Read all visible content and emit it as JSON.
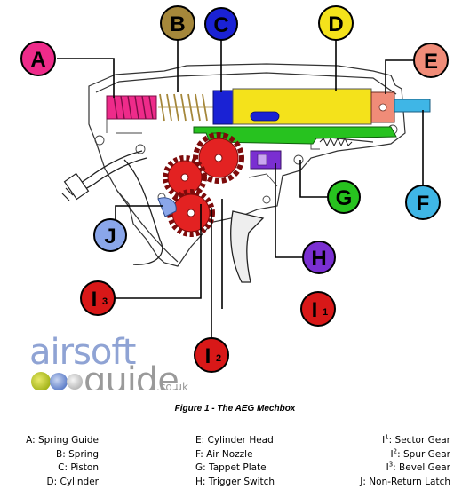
{
  "callouts": [
    {
      "id": "A",
      "letter": "A",
      "sub": "",
      "fill": "#ee2b8a"
    },
    {
      "id": "B",
      "letter": "B",
      "sub": "",
      "fill": "#a5873a"
    },
    {
      "id": "C",
      "letter": "C",
      "sub": "",
      "fill": "#1a22d4"
    },
    {
      "id": "D",
      "letter": "D",
      "sub": "",
      "fill": "#f4e21b"
    },
    {
      "id": "E",
      "letter": "E",
      "sub": "",
      "fill": "#f08c78"
    },
    {
      "id": "F",
      "letter": "F",
      "sub": "",
      "fill": "#3fb6e6"
    },
    {
      "id": "G",
      "letter": "G",
      "sub": "",
      "fill": "#27c21f"
    },
    {
      "id": "H",
      "letter": "H",
      "sub": "",
      "fill": "#7a2fd1"
    },
    {
      "id": "J",
      "letter": "J",
      "sub": "",
      "fill": "#8aa6ea"
    },
    {
      "id": "I1",
      "letter": "I",
      "sub": "1",
      "fill": "#d81818"
    },
    {
      "id": "I2",
      "letter": "I",
      "sub": "2",
      "fill": "#d81818"
    },
    {
      "id": "I3",
      "letter": "I",
      "sub": "3",
      "fill": "#d81818"
    }
  ],
  "watermark": {
    "part1": "airsoft",
    "part2": "guide",
    "suffix": ".co.uk"
  },
  "caption": "Figure 1  -  The AEG Mechbox",
  "legend": {
    "col1": [
      {
        "key": "A",
        "sup": "",
        "text": ": Spring Guide"
      },
      {
        "key": "B",
        "sup": "",
        "text": ": Spring"
      },
      {
        "key": "C",
        "sup": "",
        "text": ": Piston"
      },
      {
        "key": "D",
        "sup": "",
        "text": ": Cylinder"
      }
    ],
    "col2": [
      {
        "key": "E",
        "sup": "",
        "text": ": Cylinder Head"
      },
      {
        "key": "F",
        "sup": "",
        "text": ": Air Nozzle"
      },
      {
        "key": "G",
        "sup": "",
        "text": ": Tappet Plate"
      },
      {
        "key": "H",
        "sup": "",
        "text": ": Trigger Switch"
      }
    ],
    "col3": [
      {
        "key": "I",
        "sup": "1",
        "text": ": Sector Gear"
      },
      {
        "key": "I",
        "sup": "2",
        "text": ": Spur Gear"
      },
      {
        "key": "I",
        "sup": "3",
        "text": ": Bevel Gear"
      },
      {
        "key": "J",
        "sup": "",
        "text": ": Non-Return Latch"
      }
    ]
  }
}
